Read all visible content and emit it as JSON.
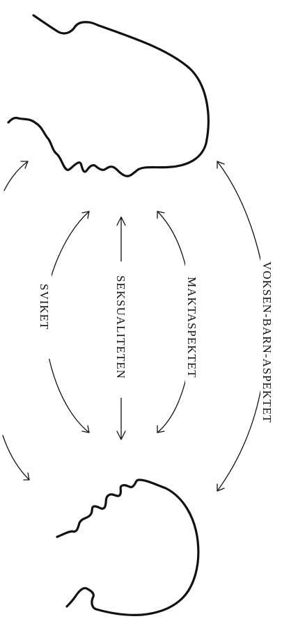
{
  "diagram": {
    "labels": {
      "sviket": "SVIKET",
      "seksualiteten": "SEKSUALITETEN",
      "maktaspektet": "MAKTASPEKTET",
      "voksen_barn": "VOKSEN-BARN-ASPEKTET"
    },
    "colors": {
      "ink": "#111111",
      "background": "#ffffff"
    }
  }
}
